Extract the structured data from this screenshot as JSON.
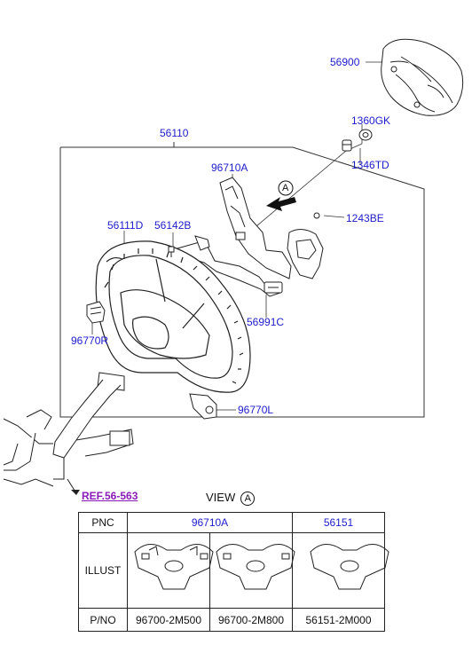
{
  "callouts": {
    "c56900": "56900",
    "c56110": "56110",
    "c1360gk": "1360GK",
    "c1346td": "1346TD",
    "c96710a": "96710A",
    "c1243be": "1243BE",
    "c56111d": "56111D",
    "c56142b": "56142B",
    "c96770r": "96770R",
    "c56991c": "56991C",
    "c96770l": "96770L",
    "view_marker": "A",
    "ref": "REF.56-563"
  },
  "view": {
    "label": "VIEW",
    "marker": "A"
  },
  "table": {
    "row_pnc": "PNC",
    "row_illust": "ILLUST",
    "row_pno": "P/NO",
    "pnc_96710a": "96710A",
    "pnc_56151": "56151",
    "pno_1": "96700-2M500",
    "pno_2": "96700-2M800",
    "pno_3": "56151-2M000"
  },
  "colors": {
    "callout": "#1c1ccc",
    "ref": "#8a1ab8",
    "line": "#222222"
  }
}
